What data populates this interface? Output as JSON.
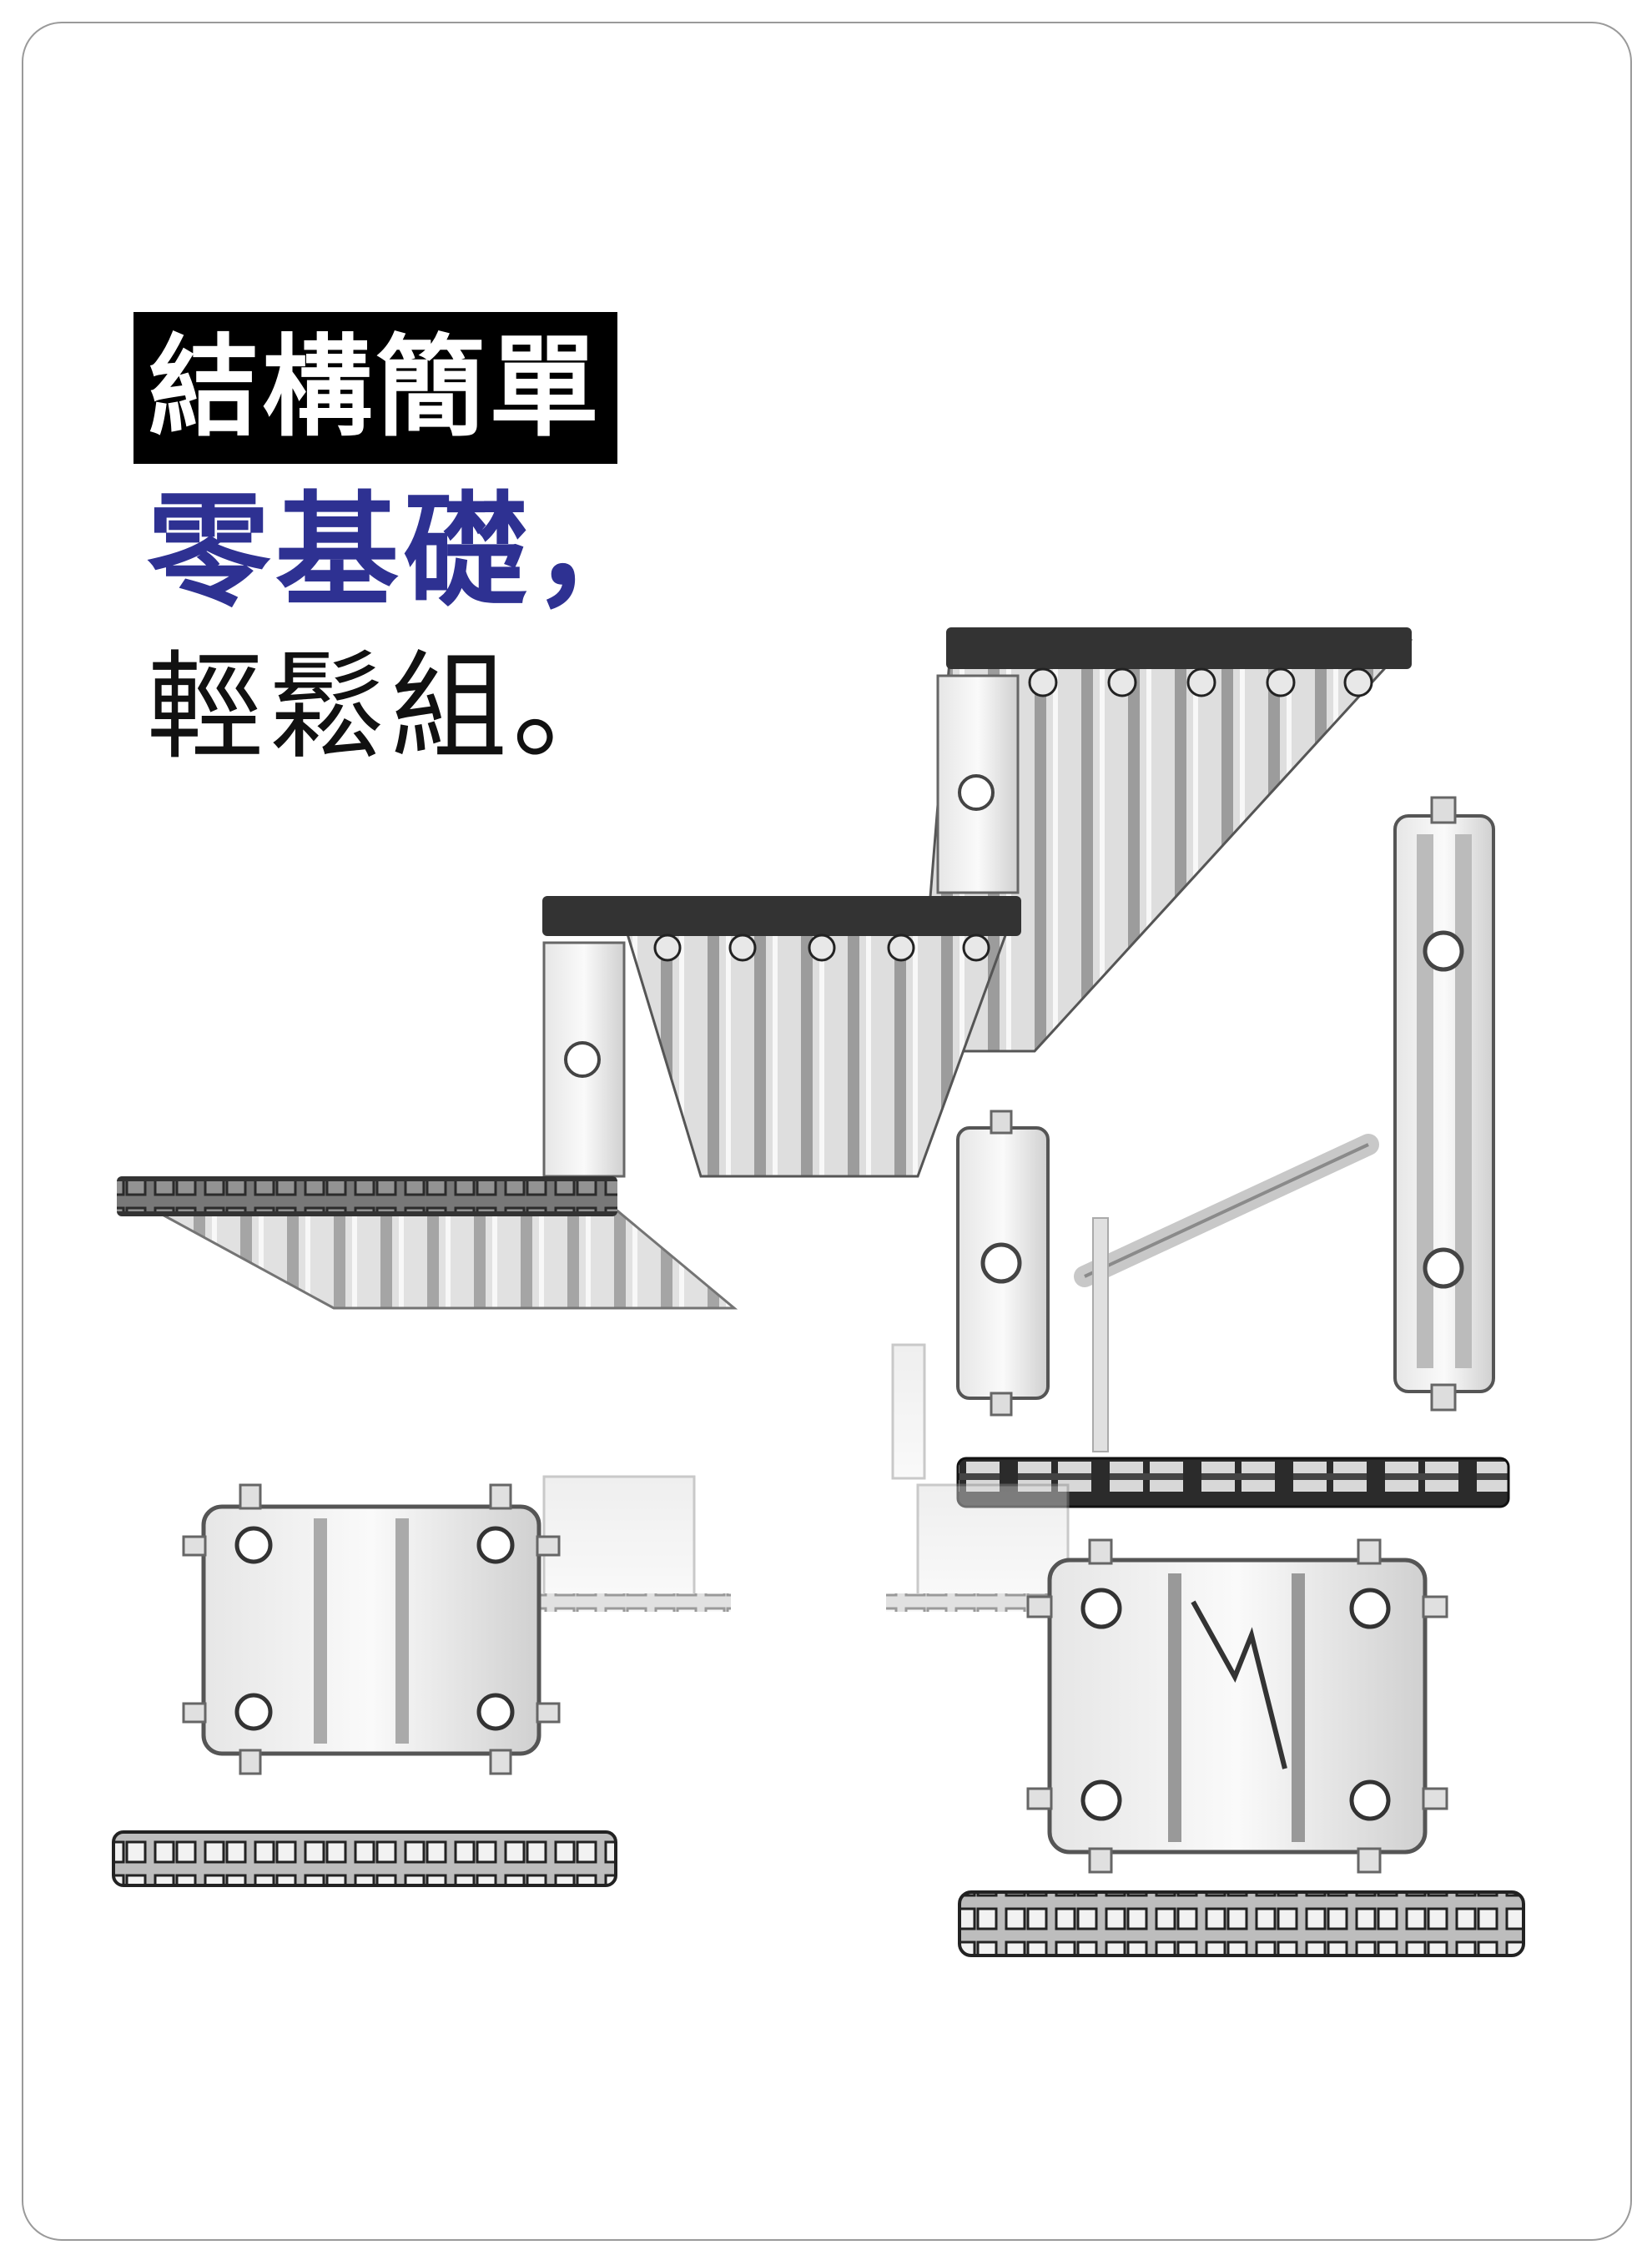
{
  "headline": {
    "line1": "結構簡單",
    "line2": "零基礎，",
    "line3": "輕鬆組。"
  },
  "colors": {
    "highlight_bg": "#000000",
    "highlight_text": "#ffffff",
    "accent_blue": "#2e3192",
    "body_text": "#111111",
    "border": "#9a9a9a"
  }
}
